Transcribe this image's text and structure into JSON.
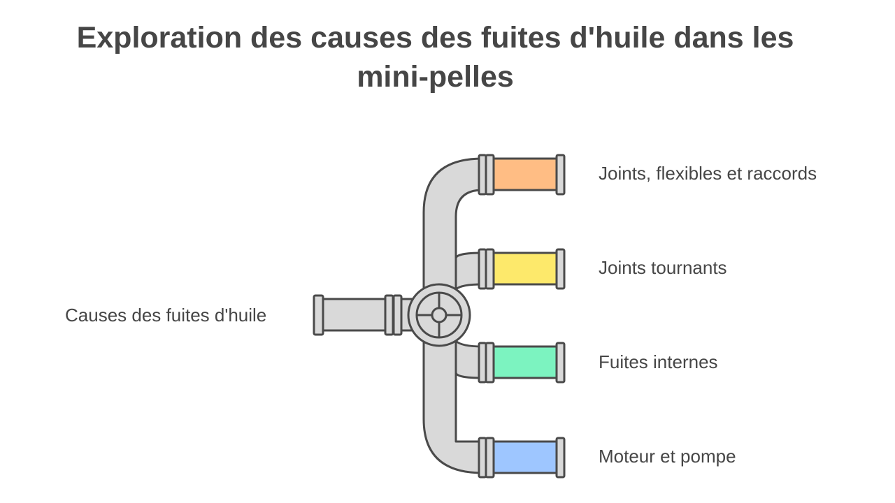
{
  "title": "Exploration des causes des fuites d'huile dans les mini-pelles",
  "source": {
    "label": "Causes des fuites d'huile"
  },
  "branches": [
    {
      "label": "Joints, flexibles et raccords",
      "color": "#ffbd84"
    },
    {
      "label": "Joints tournants",
      "color": "#fde96b"
    },
    {
      "label": "Fuites internes",
      "color": "#7cf3c0"
    },
    {
      "label": "Moteur et pompe",
      "color": "#9ec6ff"
    }
  ],
  "colors": {
    "pipe": "#d9d9d9",
    "outline": "#4a4a4a",
    "text": "#464646"
  }
}
